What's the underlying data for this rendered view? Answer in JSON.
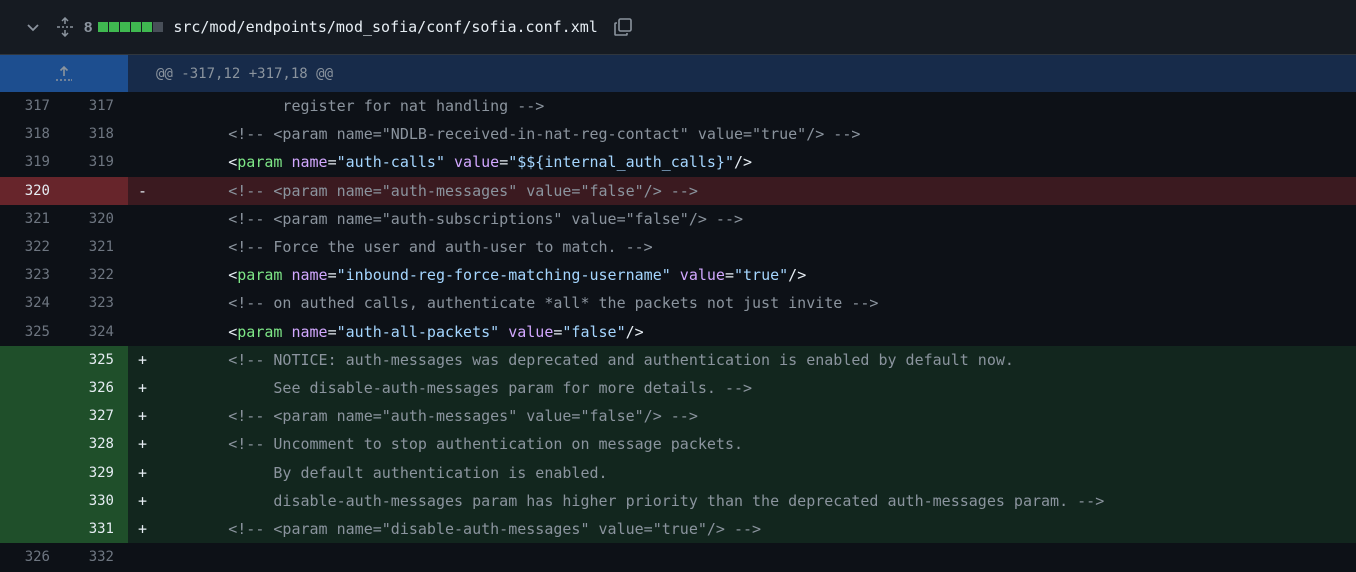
{
  "file": {
    "change_count": "8",
    "path": "src/mod/endpoints/mod_sofia/conf/sofia.conf.xml",
    "diffstat": [
      "add",
      "add",
      "add",
      "add",
      "add",
      "neutral"
    ],
    "colors": {
      "add": "#3fb950",
      "neutral": "#484f58"
    }
  },
  "hunk": {
    "header": "@@ -317,12 +317,18 @@"
  },
  "lines": [
    {
      "type": "ctx",
      "old": "317",
      "new": "317",
      "marker": "",
      "kind": "comment",
      "text": "              register for nat handling -->"
    },
    {
      "type": "ctx",
      "old": "318",
      "new": "318",
      "marker": "",
      "kind": "comment",
      "text": "        <!-- <param name=\"NDLB-received-in-nat-reg-contact\" value=\"true\"/> -->"
    },
    {
      "type": "ctx",
      "old": "319",
      "new": "319",
      "marker": "",
      "kind": "param",
      "indent": "        ",
      "name": "auth-calls",
      "value": "$${internal_auth_calls}"
    },
    {
      "type": "del",
      "old": "320",
      "new": "",
      "marker": "-",
      "kind": "comment",
      "text": "        <!-- <param name=\"auth-messages\" value=\"false\"/> -->"
    },
    {
      "type": "ctx",
      "old": "321",
      "new": "320",
      "marker": "",
      "kind": "comment",
      "text": "        <!-- <param name=\"auth-subscriptions\" value=\"false\"/> -->"
    },
    {
      "type": "ctx",
      "old": "322",
      "new": "321",
      "marker": "",
      "kind": "comment",
      "text": "        <!-- Force the user and auth-user to match. -->"
    },
    {
      "type": "ctx",
      "old": "323",
      "new": "322",
      "marker": "",
      "kind": "param",
      "indent": "        ",
      "name": "inbound-reg-force-matching-username",
      "value": "true"
    },
    {
      "type": "ctx",
      "old": "324",
      "new": "323",
      "marker": "",
      "kind": "comment",
      "text": "        <!-- on authed calls, authenticate *all* the packets not just invite -->"
    },
    {
      "type": "ctx",
      "old": "325",
      "new": "324",
      "marker": "",
      "kind": "param",
      "indent": "        ",
      "name": "auth-all-packets",
      "value": "false"
    },
    {
      "type": "add",
      "old": "",
      "new": "325",
      "marker": "+",
      "kind": "comment",
      "text": "        <!-- NOTICE: auth-messages was deprecated and authentication is enabled by default now."
    },
    {
      "type": "add",
      "old": "",
      "new": "326",
      "marker": "+",
      "kind": "comment",
      "text": "             See disable-auth-messages param for more details. -->"
    },
    {
      "type": "add",
      "old": "",
      "new": "327",
      "marker": "+",
      "kind": "comment",
      "text": "        <!-- <param name=\"auth-messages\" value=\"false\"/> -->"
    },
    {
      "type": "add",
      "old": "",
      "new": "328",
      "marker": "+",
      "kind": "comment",
      "text": "        <!-- Uncomment to stop authentication on message packets."
    },
    {
      "type": "add",
      "old": "",
      "new": "329",
      "marker": "+",
      "kind": "comment",
      "text": "             By default authentication is enabled."
    },
    {
      "type": "add",
      "old": "",
      "new": "330",
      "marker": "+",
      "kind": "comment",
      "text": "             disable-auth-messages param has higher priority than the deprecated auth-messages param. -->"
    },
    {
      "type": "add",
      "old": "",
      "new": "331",
      "marker": "+",
      "kind": "comment",
      "text": "        <!-- <param name=\"disable-auth-messages\" value=\"true\"/> -->"
    },
    {
      "type": "ctx",
      "old": "326",
      "new": "332",
      "marker": "",
      "kind": "comment",
      "text": ""
    }
  ]
}
